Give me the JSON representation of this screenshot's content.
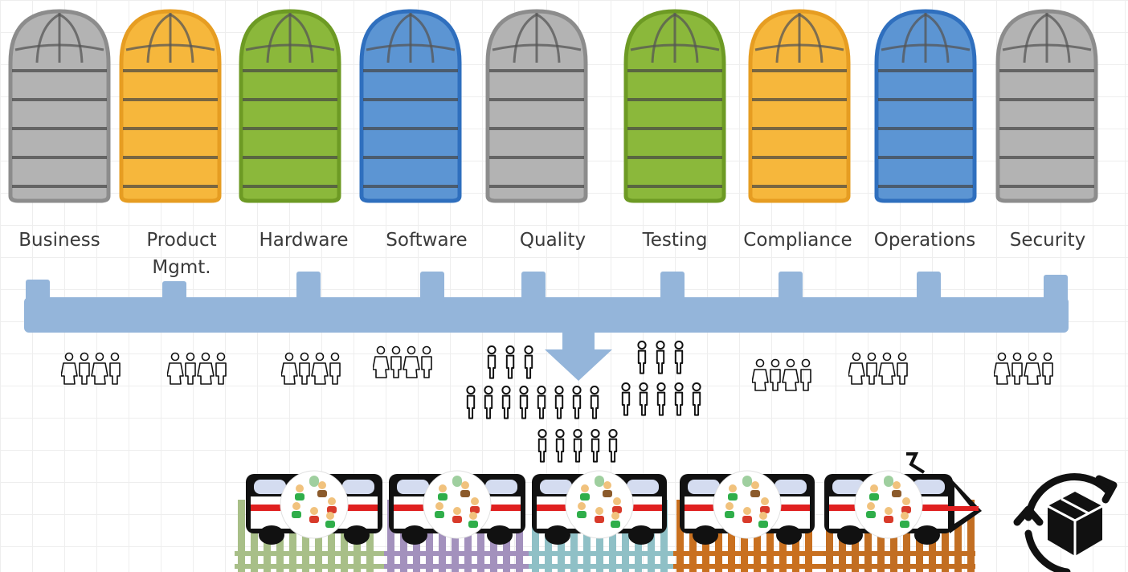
{
  "silos": [
    {
      "label": "Business",
      "color": "#b3b3b3",
      "stroke": "#8c8c8c"
    },
    {
      "label": "Product",
      "label2": "Mgmt.",
      "color": "#f6b73c",
      "stroke": "#e69d22"
    },
    {
      "label": "Hardware",
      "color": "#8bb83b",
      "stroke": "#6d9a24"
    },
    {
      "label": "Software",
      "color": "#5c95d3",
      "stroke": "#2f6fbe"
    },
    {
      "label": "Quality",
      "color": "#b3b3b3",
      "stroke": "#8c8c8c"
    },
    {
      "label": "Testing",
      "color": "#8bb83b",
      "stroke": "#6d9a24"
    },
    {
      "label": "Compliance",
      "color": "#f6b73c",
      "stroke": "#e69d22"
    },
    {
      "label": "Operations",
      "color": "#5c95d3",
      "stroke": "#2f6fbe"
    },
    {
      "label": "Security",
      "color": "#b3b3b3",
      "stroke": "#8c8c8c"
    }
  ],
  "colors": {
    "conveyor": "#94b5da",
    "stripe": "#e02020",
    "track_segments": [
      "#a8bf88",
      "#a391bd",
      "#8fc0c6",
      "#c9701f",
      "#c26e22"
    ]
  },
  "icons": {
    "people_group": "people-group-icon",
    "train": "train-icon",
    "delivery_cycle": "package-cycle-icon"
  }
}
